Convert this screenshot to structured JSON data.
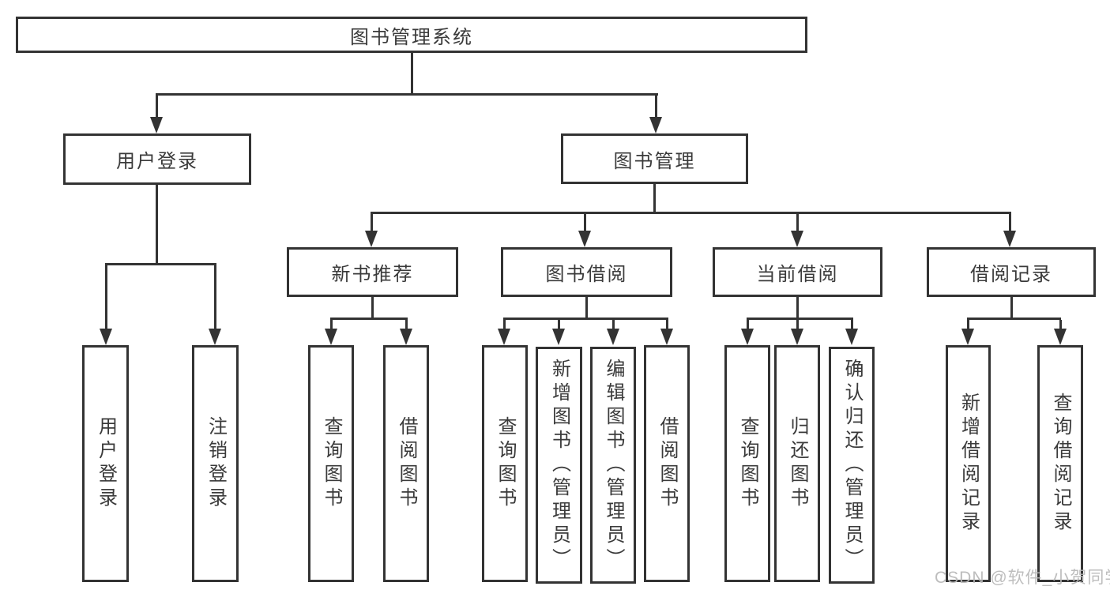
{
  "title": "图书管理系统",
  "watermark": "CSDN @软件_小贺同学",
  "nodes": {
    "root": "图书管理系统",
    "user_login": "用户登录",
    "book_mgmt": "图书管理",
    "new_books": "新书推荐",
    "book_borrow": "图书借阅",
    "current_borrow": "当前借阅",
    "borrow_records": "借阅记录",
    "user_leaf_login": "用户登录",
    "user_leaf_logout": "注销登录",
    "nb_query_books": "查询图书",
    "nb_borrow_books": "借阅图书",
    "bb_query_books": "查询图书",
    "bb_add_books_admin": "新增图书（管理员）",
    "bb_edit_books_admin": "编辑图书（管理员）",
    "bb_borrow_books": "借阅图书",
    "cb_query_books": "查询图书",
    "cb_return_books": "归还图书",
    "cb_confirm_return_admin": "确认归还（管理员）",
    "br_add_record": "新增借阅记录",
    "br_query_record": "查询借阅记录"
  },
  "colors": {
    "line": "#333333",
    "box_border": "#333333",
    "text": "#3a3a3a",
    "watermark": "#b9b9b9",
    "background": "#ffffff"
  }
}
